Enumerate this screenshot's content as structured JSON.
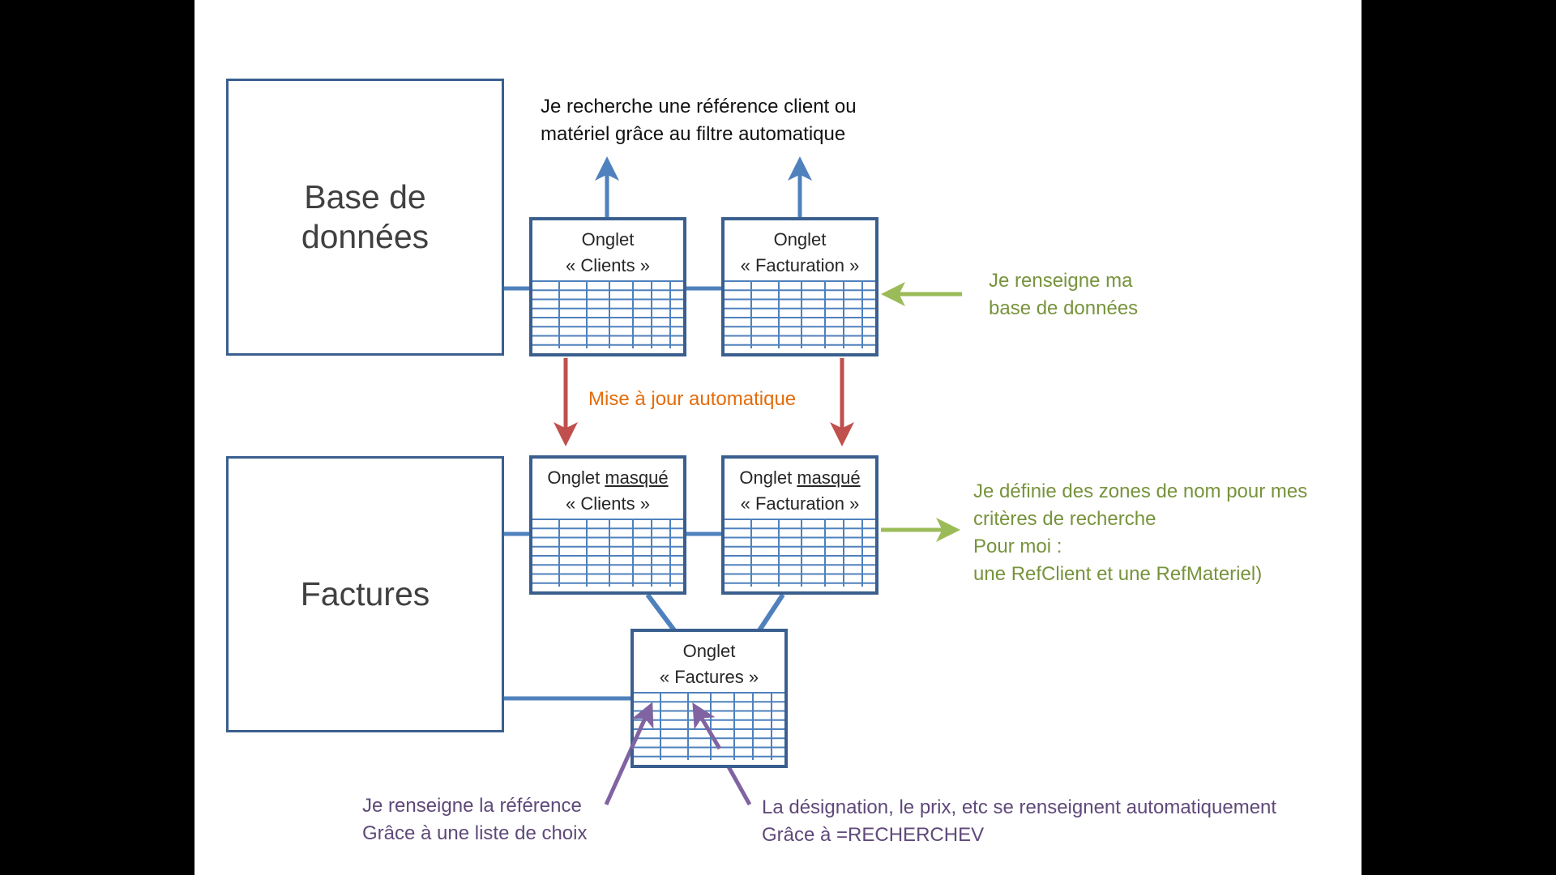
{
  "diagram": {
    "sections": [
      {
        "id": "database",
        "label_line1": "Base de",
        "label_line2": "données"
      },
      {
        "id": "invoices",
        "label_line1": "Factures"
      }
    ],
    "tabs": {
      "clients": {
        "line1": "Onglet",
        "line2": "« Clients »"
      },
      "facturation": {
        "line1": "Onglet",
        "line2": "« Facturation »"
      },
      "hidden_clients": {
        "line1_prefix": "Onglet ",
        "line1_underlined": "masqué",
        "line2": "« Clients »"
      },
      "hidden_facturation": {
        "line1_prefix": "Onglet ",
        "line1_underlined": "masqué",
        "line2": "« Facturation »"
      },
      "factures": {
        "line1": "Onglet",
        "line2": "« Factures »"
      }
    },
    "annotations": {
      "search": {
        "line1": "Je recherche une référence client ou",
        "line2": "matériel grâce au filtre automatique"
      },
      "fill_db": {
        "line1": "Je renseigne ma",
        "line2": "base de données"
      },
      "auto_update": {
        "text": "Mise à jour automatique"
      },
      "named_ranges": {
        "line1": "Je définie des zones de nom pour mes",
        "line2": "critères de recherche",
        "line3": "Pour moi :",
        "line4": "une RefClient et une RefMateriel)"
      },
      "fill_reference": {
        "line1": "Je renseigne la référence",
        "line2": "Grâce à une liste de choix"
      },
      "auto_fill": {
        "line1": "La désignation, le prix, etc se renseignent automatiquement",
        "line2": "Grâce à =RECHERCHEV"
      }
    },
    "colors": {
      "box_border": "#3a5f8f",
      "connector_blue": "#4f81bd",
      "arrow_red": "#c0504d",
      "arrow_green": "#9bbb59",
      "arrow_purple": "#8064a2",
      "text_green": "#77933c",
      "text_orange": "#e36c0a",
      "text_purple": "#5f497a"
    }
  }
}
